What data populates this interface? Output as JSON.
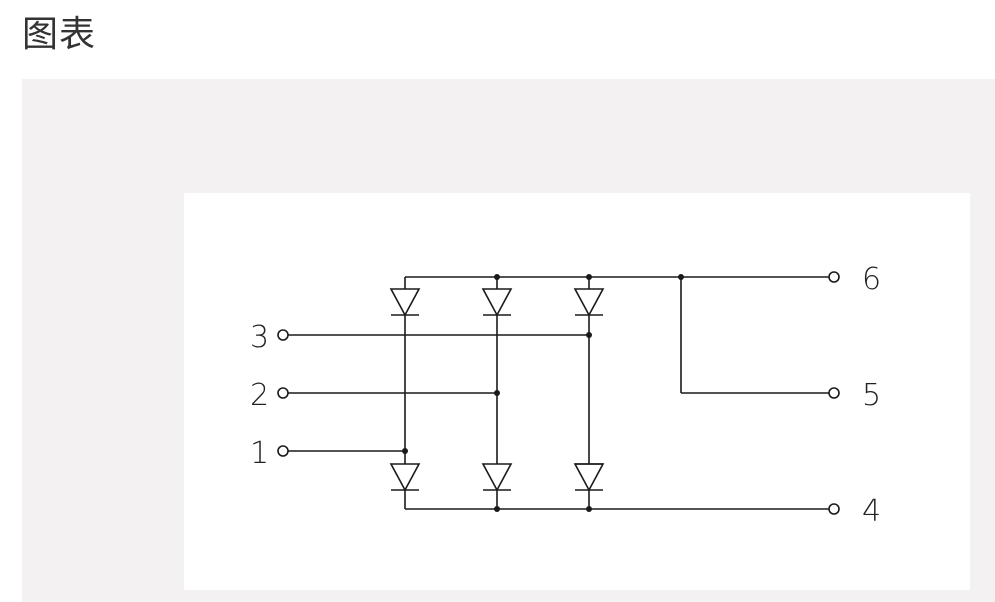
{
  "page": {
    "title": "图表"
  },
  "diagram": {
    "terminals": {
      "t1": "1",
      "t2": "2",
      "t3": "3",
      "t4": "4",
      "t5": "5",
      "t6": "6"
    },
    "colors": {
      "line": "#1a1a1a",
      "panel_bg": "#f3f1f1",
      "card_bg": "#ffffff"
    }
  }
}
